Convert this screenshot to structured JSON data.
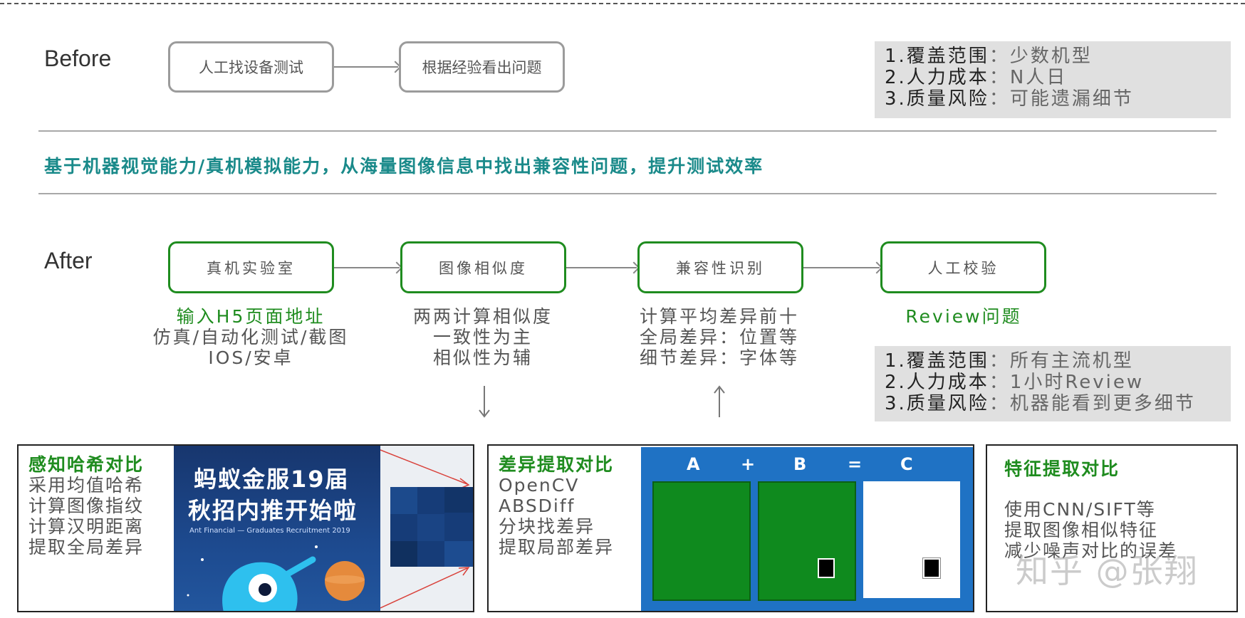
{
  "before": {
    "label": "Before",
    "steps": [
      "人工找设备测试",
      "根据经验看出问题"
    ],
    "metrics": [
      {
        "label": "1.覆盖范围",
        "sep": "：",
        "value": "少数机型"
      },
      {
        "label": "2.人力成本",
        "sep": "：",
        "value": "N人日"
      },
      {
        "label": "3.质量风险",
        "sep": "：",
        "value": "可能遗漏细节"
      }
    ]
  },
  "tagline": "基于机器视觉能力/真机模拟能力，从海量图像信息中找出兼容性问题，提升测试效率",
  "after": {
    "label": "After",
    "steps": [
      {
        "title": "真机实验室",
        "lines": [
          "输入H5页面地址",
          "仿真/自动化测试/截图",
          "IOS/安卓"
        ]
      },
      {
        "title": "图像相似度",
        "lines": [
          "两两计算相似度",
          "一致性为主",
          "相似性为辅"
        ]
      },
      {
        "title": "兼容性识别",
        "lines": [
          "计算平均差异前十",
          "全局差异：位置等",
          "细节差异：字体等"
        ]
      },
      {
        "title": "人工校验",
        "lines": [
          "Review问题"
        ]
      }
    ],
    "metrics": [
      {
        "label": "1.覆盖范围",
        "sep": "：",
        "value": "所有主流机型"
      },
      {
        "label": "2.人力成本",
        "sep": "：",
        "value": "1小时Review"
      },
      {
        "label": "3.质量风险",
        "sep": "：",
        "value": "机器能看到更多细节"
      }
    ]
  },
  "cards": [
    {
      "title": "感知哈希对比",
      "lines": [
        "采用均值哈希",
        "计算图像指纹",
        "计算汉明距离",
        "提取全局差异"
      ],
      "poster": {
        "title_line1": "蚂蚁金服19届",
        "title_line2": "秋招内推开始啦",
        "subtitle": "Ant Financial — Graduates Recruitment 2019"
      }
    },
    {
      "title": "差异提取对比",
      "lines": [
        "OpenCV",
        "ABSDiff",
        "分块找差异",
        "提取局部差异"
      ],
      "diagram": {
        "a": "A",
        "plus": "+",
        "b": "B",
        "eq": "=",
        "c": "C"
      }
    },
    {
      "title": "特征提取对比",
      "lines": [
        "使用CNN/SIFT等",
        "提取图像相似特征",
        "减少噪声对比的误差"
      ]
    }
  ],
  "watermark": "知乎 @张翔",
  "colors": {
    "accent_green": "#1f8c1f",
    "tagline_teal": "#1a8a8a",
    "metrics_bg": "#e0e0e0",
    "diagram_blue": "#1f72c4"
  }
}
